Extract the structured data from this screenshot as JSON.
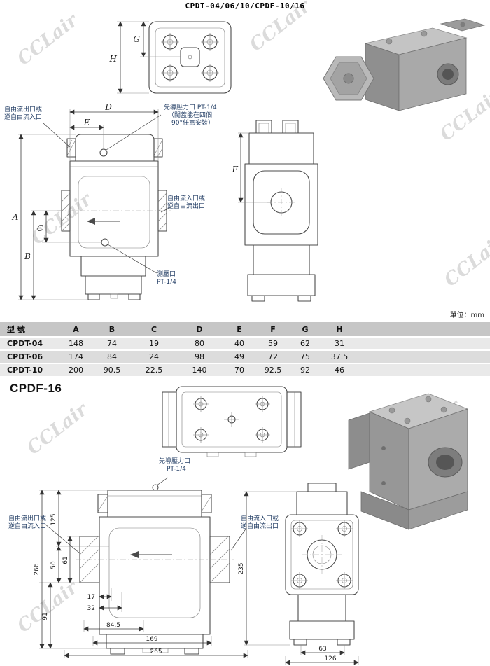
{
  "page": {
    "title": "CPDT-04/06/10/CPDF-10/16",
    "watermark": "CCLair",
    "section2_title": "CPDF-16"
  },
  "dim_letters": {
    "A": "A",
    "B": "B",
    "C": "C",
    "D": "D",
    "E": "E",
    "F": "F",
    "G": "G",
    "H": "H"
  },
  "annotations": {
    "free_out_l1": "自由流出口或",
    "free_out_l2": "逆自由流入口",
    "free_in_l1": "自由流入口或",
    "free_in_l2": "逆自由流出口",
    "pilot_l1": "先導壓力口 PT-1/4",
    "pilot_l2": "（閥蓋能在四個",
    "pilot_l3": "90°任意安裝）",
    "gauge_l1": "測壓口",
    "gauge_l2": "PT-1/4",
    "pilot16_l1": "先導壓力口",
    "pilot16_l2": "PT-1/4"
  },
  "table": {
    "unit": "單位：mm",
    "headers": [
      "型 號",
      "A",
      "B",
      "C",
      "D",
      "E",
      "F",
      "G",
      "H"
    ],
    "rows": [
      [
        "CPDT-04",
        "148",
        "74",
        "19",
        "80",
        "40",
        "59",
        "62",
        "31"
      ],
      [
        "CPDT-06",
        "174",
        "84",
        "24",
        "98",
        "49",
        "72",
        "75",
        "37.5"
      ],
      [
        "CPDT-10",
        "200",
        "90.5",
        "22.5",
        "140",
        "70",
        "92.5",
        "92",
        "46"
      ]
    ]
  },
  "cpdf16_dims": {
    "d125": "125",
    "d61": "61",
    "d50": "50",
    "d266": "266",
    "d91": "91",
    "d17": "17",
    "d32": "32",
    "d84_5": "84.5",
    "d169": "169",
    "d265": "265",
    "d235": "235",
    "d63": "63",
    "d126": "126"
  }
}
